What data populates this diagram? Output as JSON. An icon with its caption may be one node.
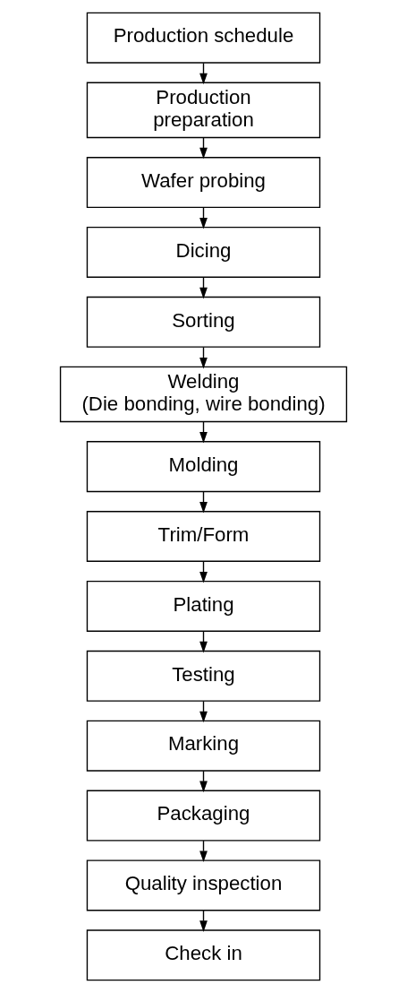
{
  "diagram": {
    "nodes": [
      {
        "text": [
          "Production schedule"
        ]
      },
      {
        "text": [
          "Production preparation"
        ]
      },
      {
        "text": [
          "Wafer probing"
        ]
      },
      {
        "text": [
          "Dicing"
        ]
      },
      {
        "text": [
          "Sorting"
        ]
      },
      {
        "text": [
          "Welding (Die bonding, wire bonding)"
        ]
      },
      {
        "text": [
          "Molding"
        ]
      },
      {
        "text": [
          "Trim/Form"
        ]
      },
      {
        "text": [
          "Plating"
        ]
      },
      {
        "text": [
          "Testing"
        ]
      },
      {
        "text": [
          "Marking"
        ]
      },
      {
        "text": [
          "Packaging"
        ]
      },
      {
        "text": [
          "Quality inspection"
        ]
      },
      {
        "text": [
          "Check in"
        ]
      }
    ],
    "edges": [
      {
        "from": 0,
        "to": 1,
        "arrow": "to"
      },
      {
        "from": 1,
        "to": 2,
        "arrow": "to"
      },
      {
        "from": 2,
        "to": 3,
        "arrow": "to"
      },
      {
        "from": 3,
        "to": 4,
        "arrow": "to"
      },
      {
        "from": 4,
        "to": 5,
        "arrow": "to"
      },
      {
        "from": 5,
        "to": 6,
        "arrow": "to"
      },
      {
        "from": 6,
        "to": 7,
        "arrow": "to"
      },
      {
        "from": 7,
        "to": 8,
        "arrow": "to"
      },
      {
        "from": 8,
        "to": 9,
        "arrow": "to"
      },
      {
        "from": 9,
        "to": 10,
        "arrow": "to"
      },
      {
        "from": 10,
        "to": 11,
        "arrow": "to"
      },
      {
        "from": 11,
        "to": 12,
        "arrow": "to"
      },
      {
        "from": 12,
        "to": 13,
        "arrow": "to"
      }
    ]
  }
}
